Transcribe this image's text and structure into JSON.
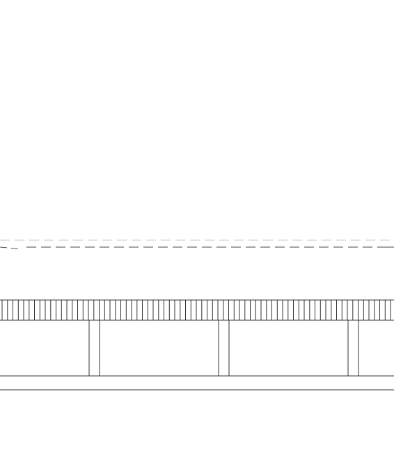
{
  "drawing": {
    "background": "#ffffff",
    "line_color": "#333333",
    "hidden_line_color": "#c8c8c8",
    "dashed_line_color": "#444444",
    "elements": [
      "hidden-line-upper",
      "dashed-line",
      "railing-band",
      "railing-balusters",
      "support-posts",
      "bridge-deck"
    ]
  }
}
